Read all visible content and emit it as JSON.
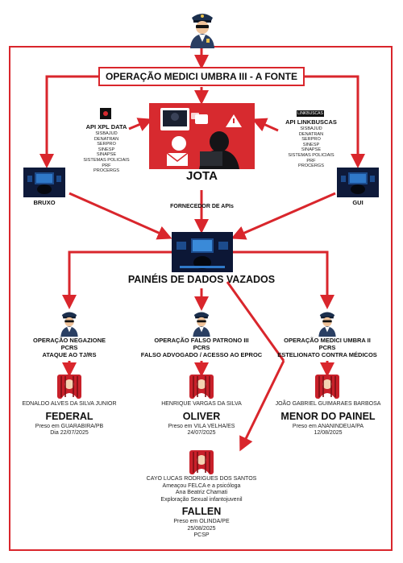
{
  "title": "OPERAÇÃO MEDICI UMBRA III - A FONTE",
  "center_node": {
    "name": "JOTA",
    "role": "FORNECEDOR DE APIs"
  },
  "api_left": {
    "name": "API XPL DATA",
    "sources": [
      "SISBAJUD",
      "DENATRAN",
      "SERPRO",
      "SINESP",
      "SINAPSE",
      "SISTEMAS POLICIAIS",
      "PRF",
      "PROCERGS"
    ]
  },
  "api_right": {
    "name": "API LINKBUSCAS",
    "logo_text": "LINKBUSCAS",
    "sources": [
      "SISBAJUD",
      "DENATRAN",
      "SERPRO",
      "SINESP",
      "SINAPSE",
      "SISTEMAS POLICIAIS",
      "PRF",
      "PROCERGS"
    ]
  },
  "side_nodes": {
    "left": "BRUXO",
    "right": "GUI"
  },
  "panels": "PAINÉIS DE DADOS VAZADOS",
  "operations": [
    {
      "title": "OPERAÇÃO NEGAZIONE",
      "org": "PCRS",
      "desc": "ATAQUE AO TJ/RS"
    },
    {
      "title": "OPERAÇÃO FALSO PATRONO III",
      "org": "PCRS",
      "desc": "FALSO ADVOGADO / ACESSO AO EPROC"
    },
    {
      "title": "OPERAÇÃO MEDICI UMBRA II",
      "org": "PCRS",
      "desc": "ESTELIONATO CONTRA MÉDICOS"
    }
  ],
  "suspects": [
    {
      "full_name": "EDNALDO ALVES DA SILVA JUNIOR",
      "alias": "FEDERAL",
      "place": "Preso em GUARABIRA/PB",
      "date": "Dia 22/07/2025"
    },
    {
      "full_name": "HENRIQUE VARGAS DA SILVA",
      "alias": "OLIVER",
      "place": "Preso em VILA VELHA/ES",
      "date": "24/07/2025"
    },
    {
      "full_name": "JOÃO GABRIEL GUIMARAES BARBOSA",
      "alias": "MENOR DO PAINEL",
      "place": "Preso em ANANINDEUA/PA",
      "date": "12/08/2025"
    }
  ],
  "bottom_suspect": {
    "full_name": "CAYO LUCAS RODRIGUES DOS SANTOS",
    "note1": "Ameaçou FELCA e a psicóloga",
    "note2": "Ana Beatriz Chamati",
    "note3": "Exploração Sexual infantojuvenil",
    "alias": "FALLEN",
    "place": "Preso em OLINDA/PE",
    "date": "25/08/2025",
    "org": "PCSP"
  },
  "colors": {
    "accent": "#d9262c",
    "dark_panel": "#0e1a3a",
    "frame": "#d9262c"
  }
}
